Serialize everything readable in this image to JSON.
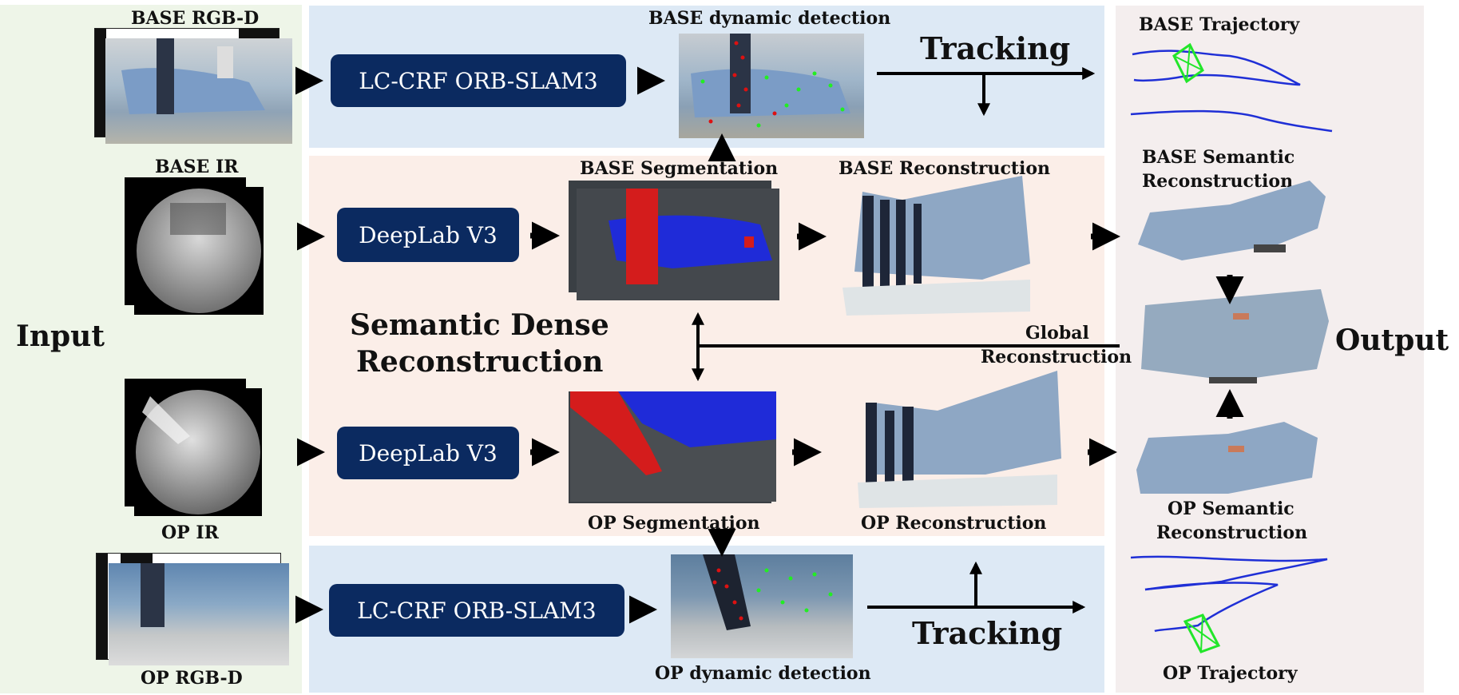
{
  "panels": {
    "input_title": "Input",
    "output_title": "Output",
    "center_title_line1": "Semantic Dense",
    "center_title_line2": "Reconstruction"
  },
  "inputs": {
    "base_rgbd": "BASE RGB-D",
    "base_ir": "BASE IR",
    "op_ir": "OP IR",
    "op_rgbd": "OP RGB-D"
  },
  "modules": {
    "slam_top": "LC-CRF ORB-SLAM3",
    "deeplab_top": "DeepLab V3",
    "deeplab_bottom": "DeepLab V3",
    "slam_bottom": "LC-CRF ORB-SLAM3"
  },
  "stages": {
    "base_dynamic": "BASE dynamic detection",
    "base_segmentation": "BASE Segmentation",
    "base_reconstruction": "BASE Reconstruction",
    "op_segmentation": "OP Segmentation",
    "op_reconstruction": "OP Reconstruction",
    "op_dynamic": "OP dynamic detection",
    "tracking_top": "Tracking",
    "tracking_bottom": "Tracking",
    "global_line1": "Global",
    "global_line2": "Reconstruction"
  },
  "outputs": {
    "base_trajectory": "BASE Trajectory",
    "base_semantic_line1": "BASE Semantic",
    "base_semantic_line2": "Reconstruction",
    "op_semantic_line1": "OP Semantic",
    "op_semantic_line2": "Reconstruction",
    "op_trajectory": "OP Trajectory"
  },
  "colors": {
    "input_bg": "#eef5e8",
    "tracking_bg": "#dde9f5",
    "recon_bg": "#fbeee8",
    "output_bg": "#f4eeee",
    "module_box": "#0b2a60",
    "trajectory_line": "#1f2fd6",
    "trajectory_box": "#22e62a",
    "seg_blue": "#1f2bd8",
    "seg_red": "#d41c1c"
  }
}
